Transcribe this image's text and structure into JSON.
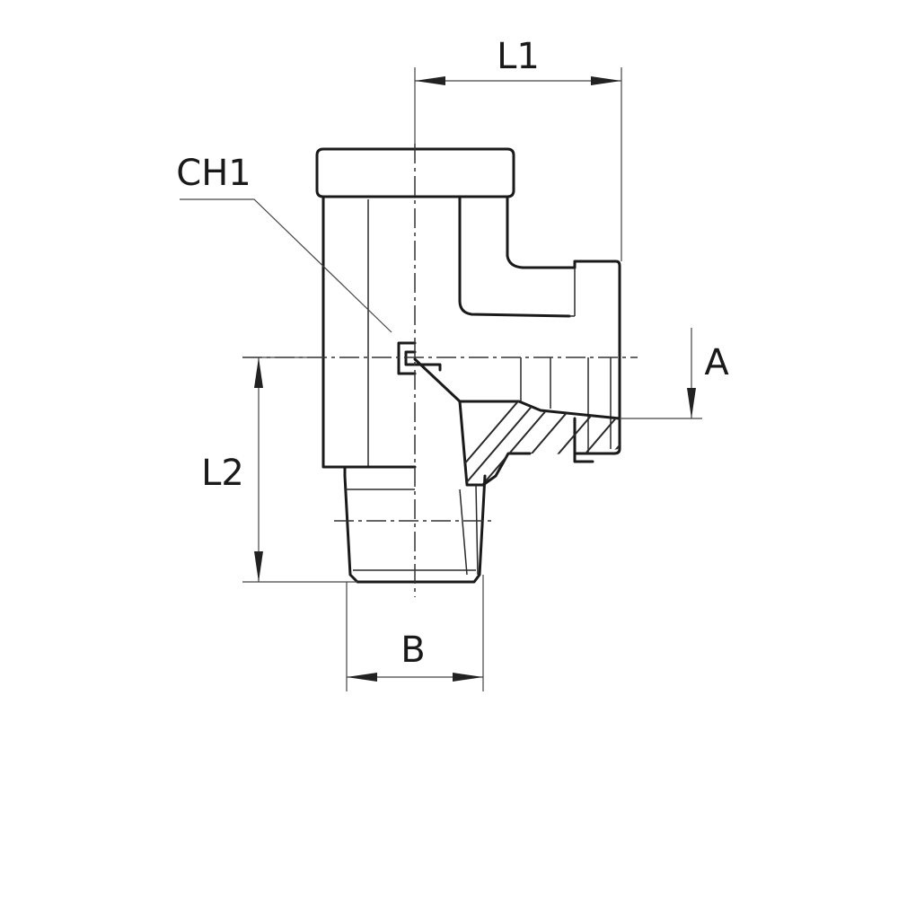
{
  "drawing": {
    "labels": {
      "l1": "L1",
      "ch1": "CH1",
      "a": "A",
      "l2": "L2",
      "b": "B"
    }
  }
}
